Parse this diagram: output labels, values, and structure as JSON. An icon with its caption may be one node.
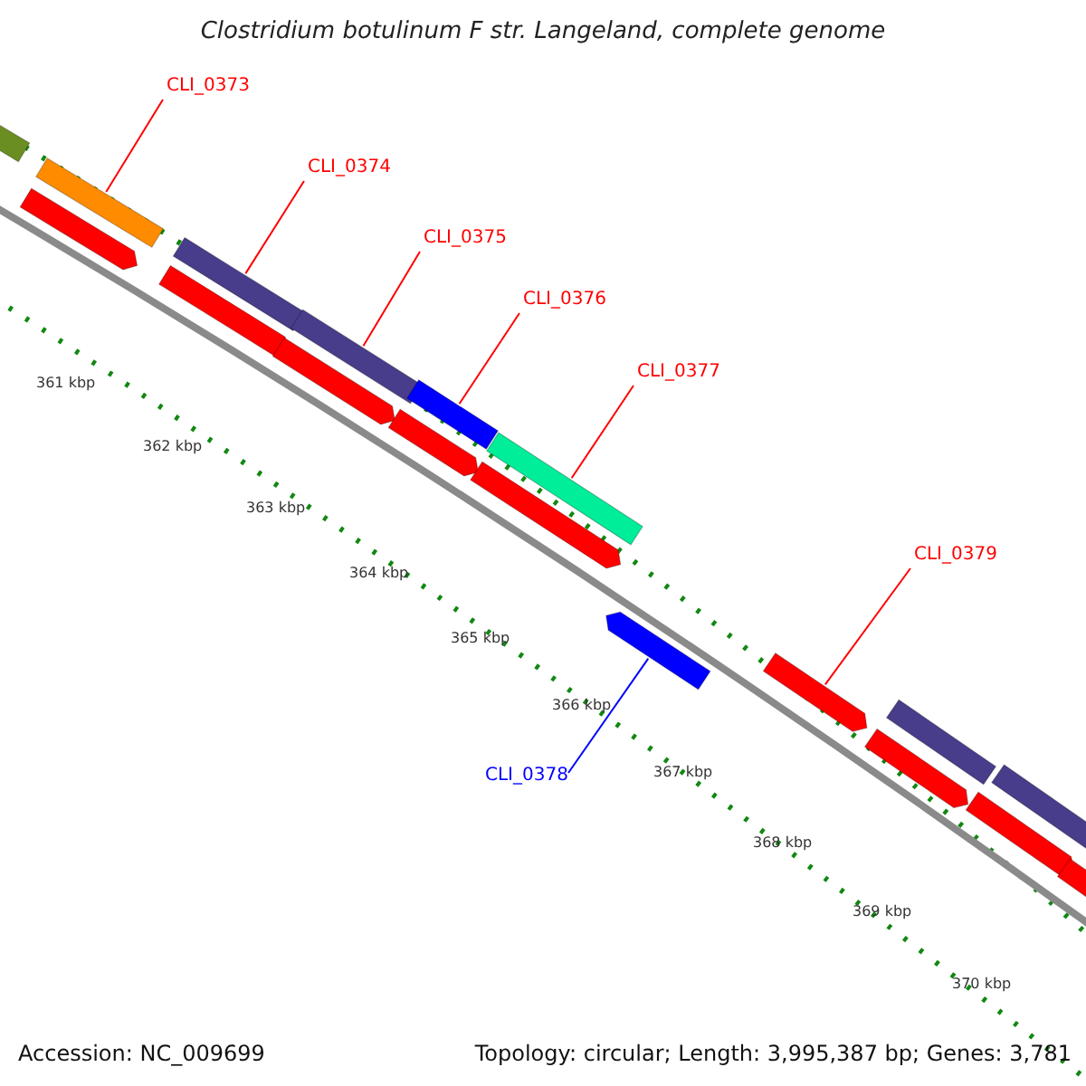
{
  "diagram": {
    "title": "Clostridium botulinum F str. Langeland, complete genome",
    "nodes": [
      {
        "text": [
          "CLI_0373"
        ]
      },
      {
        "text": [],
        "shape": "bar"
      },
      {
        "text": [
          "CLI_0374"
        ]
      },
      {
        "text": [],
        "shape": "bar"
      },
      {
        "text": [
          "CLI_0375"
        ]
      },
      {
        "text": [],
        "shape": "bar"
      },
      {
        "text": [
          "CLI_0376"
        ]
      },
      {
        "text": [],
        "shape": "bar"
      },
      {
        "text": [
          "CLI_0377"
        ]
      },
      {
        "text": [],
        "shape": "bar"
      },
      {
        "text": [
          "CLI_0379"
        ]
      },
      {
        "text": [],
        "shape": "arrow"
      },
      {
        "text": [
          "CLI_0378"
        ]
      },
      {
        "text": [],
        "shape": "arrow"
      },
      {
        "text": [],
        "shape": "bar"
      },
      {
        "text": [],
        "shape": "arrow"
      },
      {
        "text": [],
        "shape": "arrow"
      },
      {
        "text": [],
        "shape": "arrow"
      },
      {
        "text": [],
        "shape": "arrow"
      },
      {
        "text": [],
        "shape": "arrow"
      },
      {
        "text": [],
        "shape": "arrow"
      },
      {
        "text": [],
        "shape": "bar"
      },
      {
        "text": [],
        "shape": "arrow"
      },
      {
        "text": [],
        "shape": "bar"
      },
      {
        "text": [],
        "shape": "arrow"
      }
    ],
    "edges": [
      {
        "from": 0,
        "to": 1,
        "arrow": "none"
      },
      {
        "from": 2,
        "to": 3,
        "arrow": "none"
      },
      {
        "from": 4,
        "to": 5,
        "arrow": "none"
      },
      {
        "from": 6,
        "to": 7,
        "arrow": "none"
      },
      {
        "from": 8,
        "to": 9,
        "arrow": "none"
      },
      {
        "from": 10,
        "to": 11,
        "arrow": "none"
      },
      {
        "from": 12,
        "to": 13,
        "arrow": "none",
        "color": "#0000ff"
      }
    ],
    "labels": [
      "361 kbp",
      "362 kbp",
      "363 kbp",
      "364 kbp",
      "365 kbp",
      "366 kbp",
      "367 kbp",
      "368 kbp",
      "369 kbp",
      "370 kbp",
      "Accession: NC_009699",
      "Topology: circular; Length: 3,995,387 bp; Genes: 3,781"
    ]
  }
}
